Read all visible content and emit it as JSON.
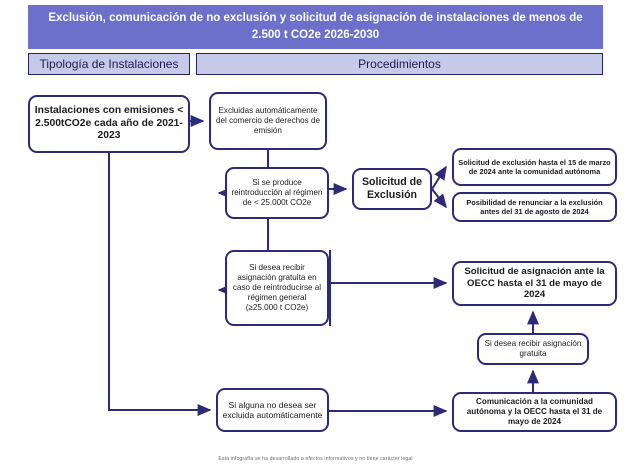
{
  "header": {
    "title": "Exclusión, comunicación de no exclusión y solicitud de asignación de instalaciones de menos de 2.500 t CO2e 2026-2030",
    "column_left": "Tipología de Instalaciones",
    "column_right": "Procedimientos"
  },
  "footer": {
    "disclaimer": "Esta infografía se ha desarrollado a efectos informativos y no tiene carácter legal"
  },
  "colors": {
    "banner_background": "#6C70CB",
    "banner_text": "#FFFFFF",
    "column_header_background": "#C7C9E9",
    "node_border": "#2B2B7A",
    "connector": "#2B2B7A",
    "node_background": "#FFFFFF",
    "footer_text": "#6C6C6C"
  },
  "nodes": {
    "instalaciones": "Instalaciones con emisiones < 2.500tCO2e cada año de 2021-2023",
    "excluidas": "Excluidas automáticamente del comercio de derechos de emisión",
    "reintroduccion": "Si se produce reintroducción al régimen de < 25.000t CO2e",
    "solicitud_exclusion": "Solicitud de Exclusión",
    "exclusion_15_marzo": "Solicitud de exclusión hasta el 15 de marzo de 2024 ante la comunidad autónoma",
    "renuncia_exclusion": "Posibilidad de renunciar a la exclusión antes del 31 de agosto de 2024",
    "gratuita_caso_reintro": "Si desea recibir asignación gratuita en caso de reintroducirse al régimen general (≥25.000 t CO2e)",
    "solicitud_asignacion": "Solicitud de asignación ante la OECC hasta el 31 de mayo de 2024",
    "desea_asignacion_gratuita": "Si desea recibir asignación gratuita",
    "comunicacion_comunidad": "Comunicación a la comunidad autónoma y la OECC hasta el 31 de mayo de 2024",
    "no_desea_excluida": "Si alguna no desea ser excluida automáticamente"
  },
  "diagram_flow": {
    "type": "flowchart",
    "edges": [
      {
        "from": "instalaciones",
        "to": "excluidas"
      },
      {
        "from": "instalaciones",
        "to": "no_desea_excluida"
      },
      {
        "from": "excluidas",
        "to": "reintroduccion"
      },
      {
        "from": "excluidas",
        "to": "gratuita_caso_reintro"
      },
      {
        "from": "reintroduccion",
        "to": "solicitud_exclusion"
      },
      {
        "from": "solicitud_exclusion",
        "to": "exclusion_15_marzo"
      },
      {
        "from": "solicitud_exclusion",
        "to": "renuncia_exclusion"
      },
      {
        "from": "gratuita_caso_reintro",
        "to": "solicitud_asignacion"
      },
      {
        "from": "no_desea_excluida",
        "to": "comunicacion_comunidad"
      },
      {
        "from": "comunicacion_comunidad",
        "to": "desea_asignacion_gratuita"
      },
      {
        "from": "desea_asignacion_gratuita",
        "to": "solicitud_asignacion"
      }
    ]
  }
}
